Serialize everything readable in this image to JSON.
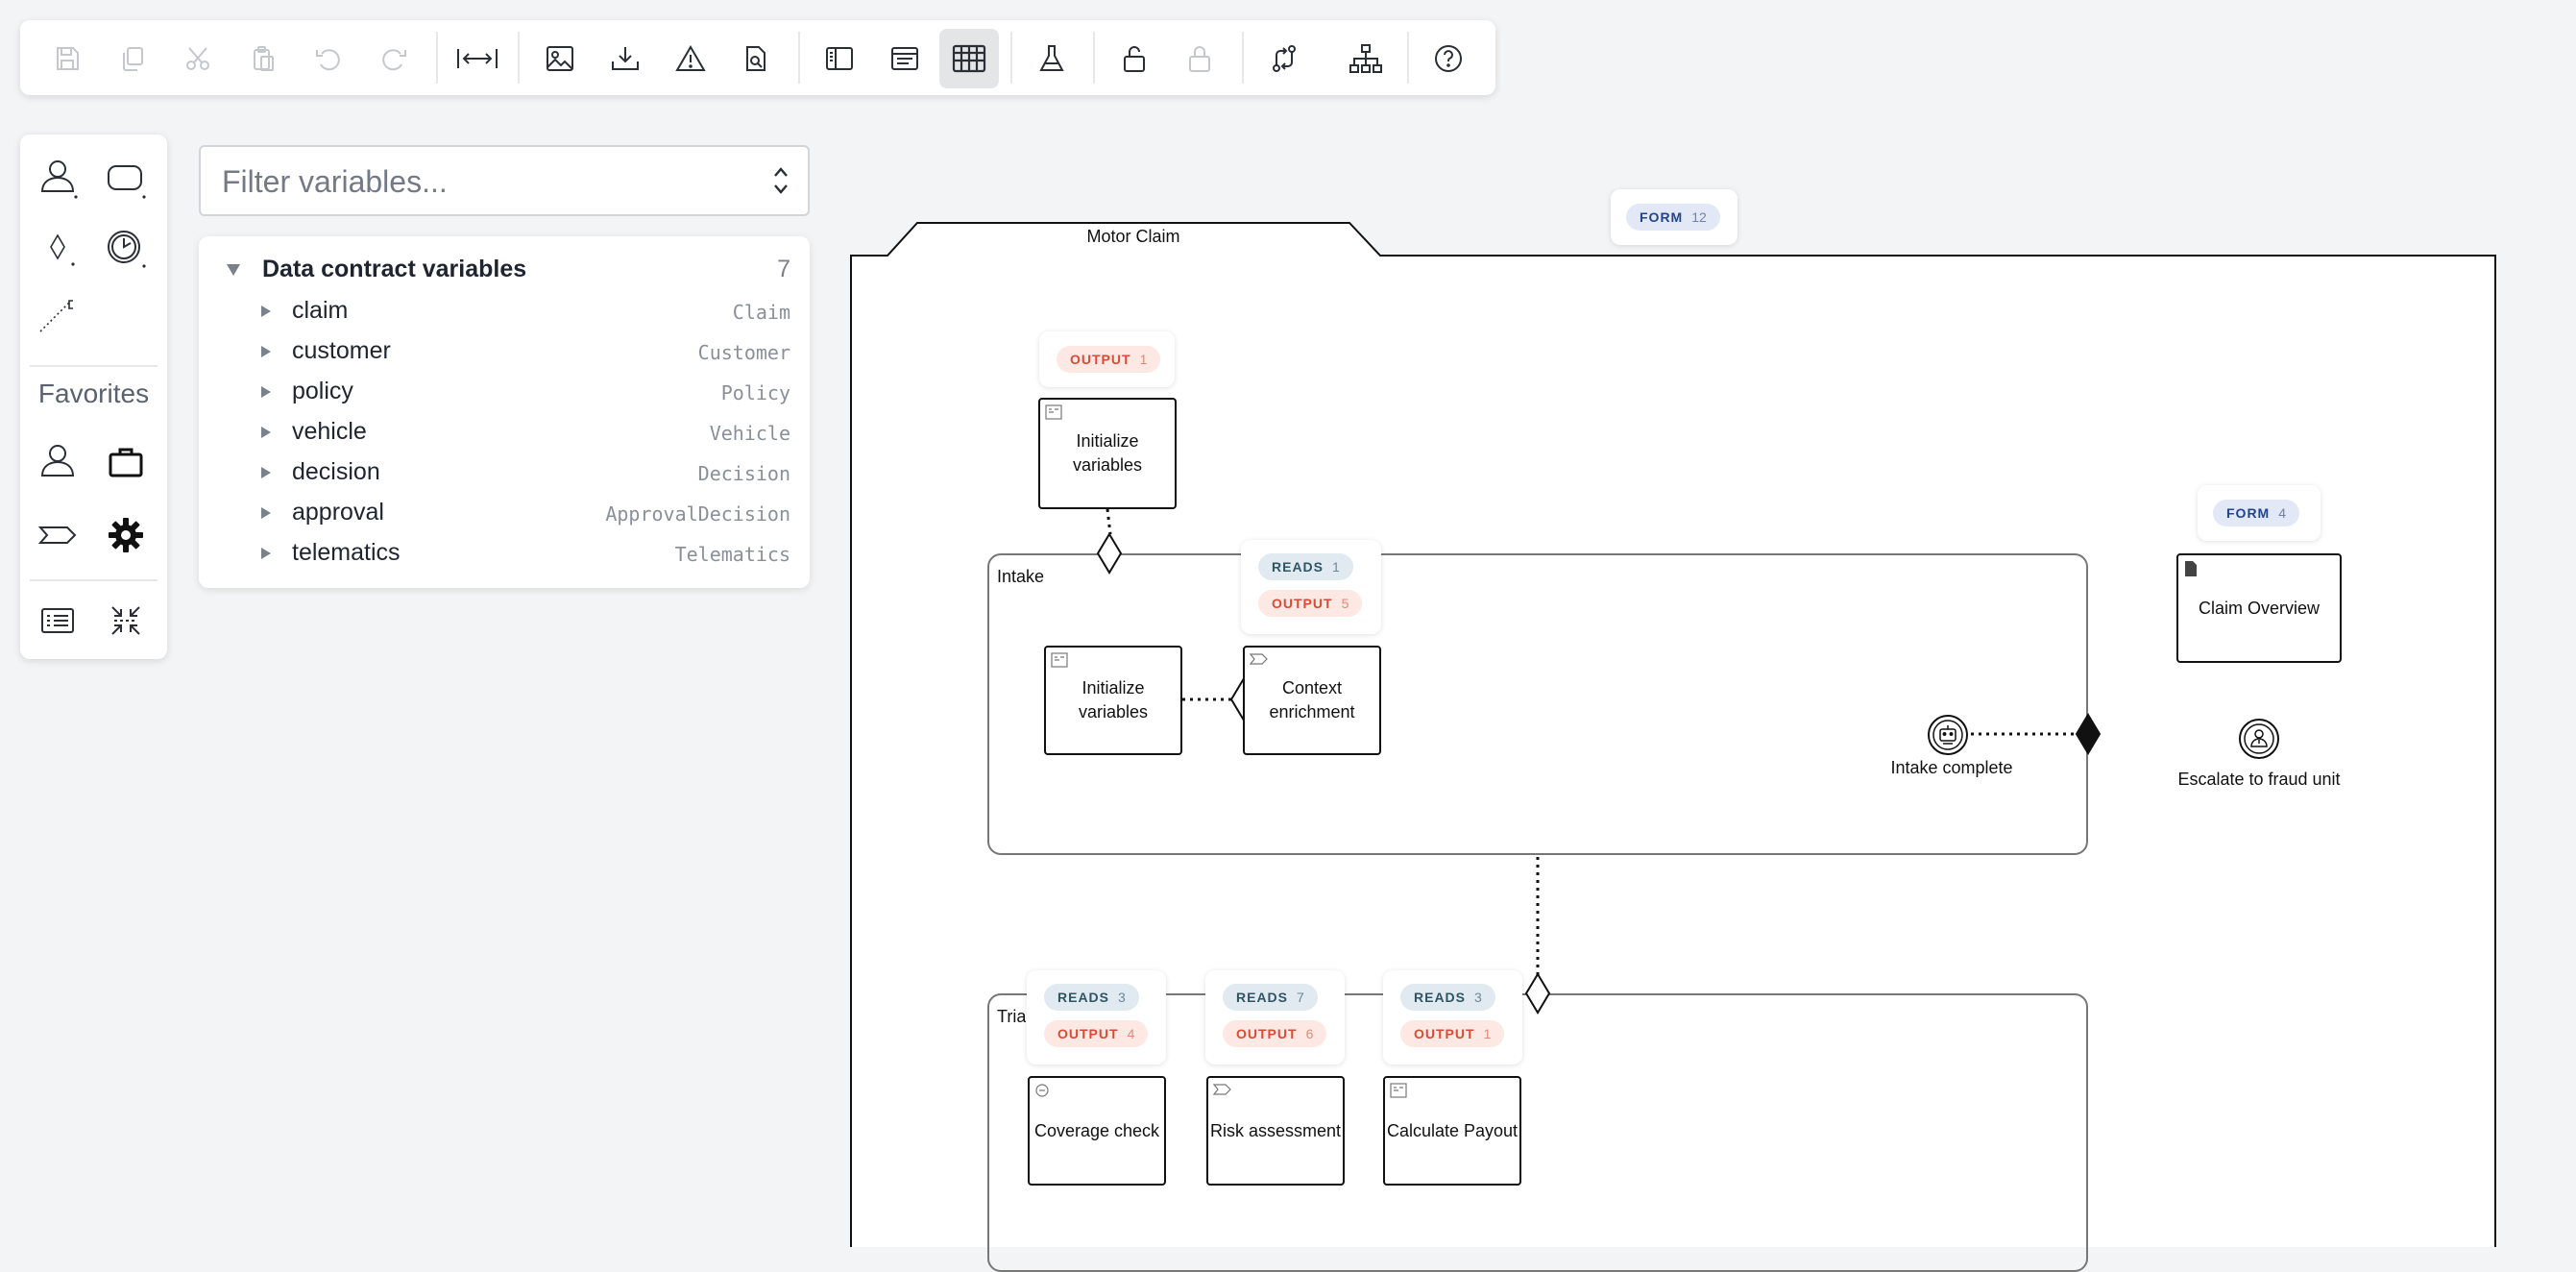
{
  "toolbar": {
    "buttons": [
      {
        "name": "save",
        "icon": "save-icon",
        "enabled": false
      },
      {
        "name": "copy",
        "icon": "copy-icon",
        "enabled": false
      },
      {
        "name": "cut",
        "icon": "cut-icon",
        "enabled": false
      },
      {
        "name": "paste",
        "icon": "paste-icon",
        "enabled": false
      },
      {
        "name": "undo",
        "icon": "undo-icon",
        "enabled": false
      },
      {
        "name": "redo",
        "icon": "redo-icon",
        "enabled": false
      },
      {
        "name": "fit-width",
        "icon": "fit-width-icon",
        "enabled": true
      },
      {
        "name": "export-image",
        "icon": "image-icon",
        "enabled": true
      },
      {
        "name": "download",
        "icon": "download-icon",
        "enabled": true
      },
      {
        "name": "validation",
        "icon": "warning-icon",
        "enabled": true
      },
      {
        "name": "inspect-document",
        "icon": "document-search-icon",
        "enabled": true
      },
      {
        "name": "toggle-sidebar",
        "icon": "sidebar-icon",
        "enabled": true
      },
      {
        "name": "toggle-properties",
        "icon": "panel-icon",
        "enabled": true
      },
      {
        "name": "data-grid",
        "icon": "grid-icon",
        "enabled": true,
        "active": true
      },
      {
        "name": "simulate",
        "icon": "flask-icon",
        "enabled": true
      },
      {
        "name": "unlock",
        "icon": "unlock-icon",
        "enabled": true
      },
      {
        "name": "lock",
        "icon": "lock-icon",
        "enabled": false
      },
      {
        "name": "flow-routing",
        "icon": "route-icon",
        "enabled": true
      },
      {
        "name": "hierarchy",
        "icon": "hierarchy-icon",
        "enabled": true
      },
      {
        "name": "help",
        "icon": "help-icon",
        "enabled": true
      }
    ]
  },
  "palette": {
    "favorites_label": "Favorites"
  },
  "filter": {
    "placeholder": "Filter variables..."
  },
  "variables": {
    "title": "Data contract variables",
    "count": "7",
    "items": [
      {
        "name": "claim",
        "type": "Claim"
      },
      {
        "name": "customer",
        "type": "Customer"
      },
      {
        "name": "policy",
        "type": "Policy"
      },
      {
        "name": "vehicle",
        "type": "Vehicle"
      },
      {
        "name": "decision",
        "type": "Decision"
      },
      {
        "name": "approval",
        "type": "ApprovalDecision"
      },
      {
        "name": "telematics",
        "type": "Telematics"
      }
    ]
  },
  "diagram": {
    "process_name": "Motor Claim",
    "lanes": {
      "intake": "Intake",
      "triage": "Triage"
    },
    "tasks": {
      "init_top": "Initialize variables",
      "init_intake": "Initialize variables",
      "context_enrichment": "Context enrichment",
      "claim_overview": "Claim Overview",
      "coverage_check": "Coverage check",
      "risk_assessment": "Risk assessment",
      "calculate_payout": "Calculate Payout"
    },
    "events": {
      "intake_complete": "Intake complete",
      "escalate": "Escalate to fraud unit"
    },
    "badge_words": {
      "output": "OUTPUT",
      "reads": "READS",
      "form": "FORM"
    },
    "badges": {
      "process_form": "12",
      "init_top_output": "1",
      "context_reads": "1",
      "context_output": "5",
      "overview_form": "4",
      "coverage_reads": "3",
      "coverage_output": "4",
      "risk_reads": "7",
      "risk_output": "6",
      "payout_reads": "3",
      "payout_output": "1"
    }
  }
}
